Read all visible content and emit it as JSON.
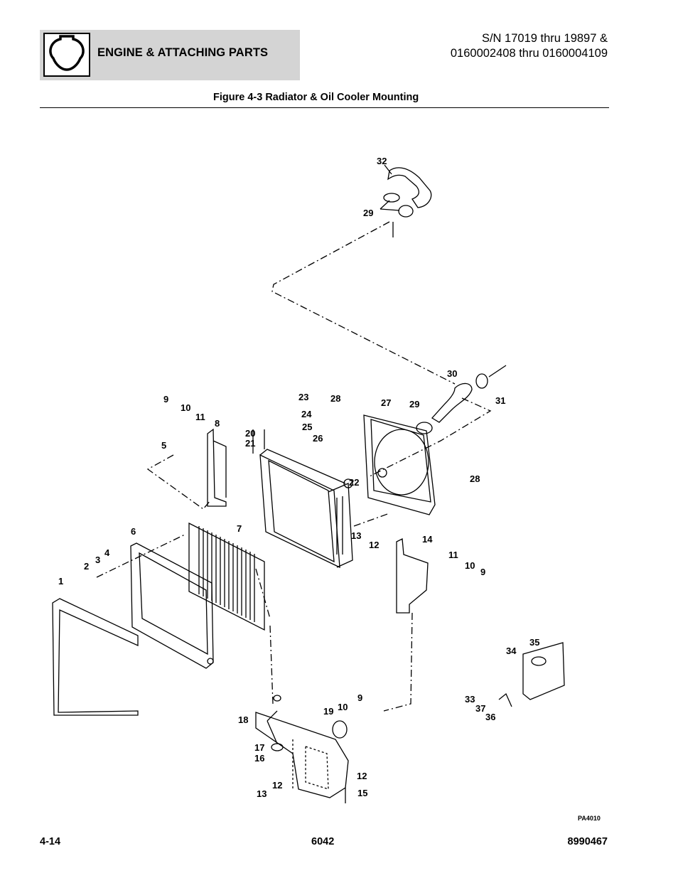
{
  "header": {
    "section_title": "ENGINE & ATTACHING PARTS",
    "serial_line1": "S/N 17019 thru 19897 &",
    "serial_line2": "0160002408 thru 0160004109",
    "icon": "engine-icon"
  },
  "figure": {
    "title": "Figure 4-3 Radiator & Oil Cooler Mounting",
    "code": "PA4010",
    "callouts": [
      "32",
      "29",
      "30",
      "31",
      "9",
      "10",
      "11",
      "8",
      "5",
      "23",
      "24",
      "25",
      "26",
      "28",
      "27",
      "29",
      "20",
      "21",
      "22",
      "28",
      "13",
      "12",
      "14",
      "11",
      "10",
      "9",
      "6",
      "7",
      "3",
      "4",
      "2",
      "1",
      "34",
      "35",
      "33",
      "37",
      "36",
      "18",
      "9",
      "10",
      "19",
      "17",
      "16",
      "12",
      "13",
      "12",
      "15"
    ]
  },
  "footer": {
    "page": "4-14",
    "model": "6042",
    "doc_number": "8990467"
  }
}
